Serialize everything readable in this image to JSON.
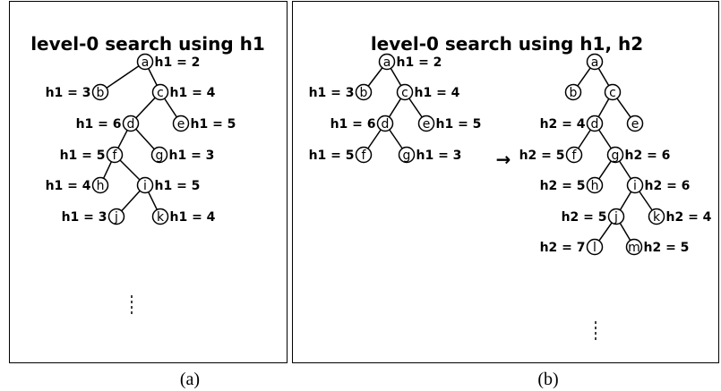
{
  "panel_a": {
    "title": "level-0 search using h1",
    "caption": "(a)",
    "nodes": [
      {
        "id": "a",
        "label": "h1 = 2"
      },
      {
        "id": "b",
        "label": "h1 = 3"
      },
      {
        "id": "c",
        "label": "h1 = 4"
      },
      {
        "id": "d",
        "label": "h1 = 6"
      },
      {
        "id": "e",
        "label": "h1 = 5"
      },
      {
        "id": "f",
        "label": "h1 = 5"
      },
      {
        "id": "g",
        "label": "h1 = 3"
      },
      {
        "id": "h",
        "label": "h1 = 4"
      },
      {
        "id": "i",
        "label": "h1 = 5"
      },
      {
        "id": "j",
        "label": "h1 = 3"
      },
      {
        "id": "k",
        "label": "h1 = 4"
      }
    ],
    "edges": [
      [
        "a",
        "b"
      ],
      [
        "a",
        "c"
      ],
      [
        "c",
        "d"
      ],
      [
        "c",
        "e"
      ],
      [
        "d",
        "f"
      ],
      [
        "d",
        "g"
      ],
      [
        "f",
        "h"
      ],
      [
        "f",
        "i"
      ],
      [
        "i",
        "j"
      ],
      [
        "i",
        "k"
      ]
    ]
  },
  "panel_b": {
    "title": "level-0 search using h1, h2",
    "caption": "(b)",
    "arrow": "→",
    "left_tree": {
      "nodes": [
        {
          "id": "a",
          "label": "h1 = 2"
        },
        {
          "id": "b",
          "label": "h1 = 3"
        },
        {
          "id": "c",
          "label": "h1 = 4"
        },
        {
          "id": "d",
          "label": "h1 = 6"
        },
        {
          "id": "e",
          "label": "h1 = 5"
        },
        {
          "id": "f",
          "label": "h1 = 5"
        },
        {
          "id": "g",
          "label": "h1 = 3"
        }
      ],
      "edges": [
        [
          "a",
          "b"
        ],
        [
          "a",
          "c"
        ],
        [
          "c",
          "d"
        ],
        [
          "c",
          "e"
        ],
        [
          "d",
          "f"
        ],
        [
          "d",
          "g"
        ]
      ]
    },
    "right_tree": {
      "nodes": [
        {
          "id": "a",
          "label": ""
        },
        {
          "id": "b",
          "label": ""
        },
        {
          "id": "c",
          "label": ""
        },
        {
          "id": "d",
          "label": "h2 = 4"
        },
        {
          "id": "e",
          "label": ""
        },
        {
          "id": "f",
          "label": "h2 = 5"
        },
        {
          "id": "g",
          "label": "h2 = 6"
        },
        {
          "id": "h",
          "label": "h2 = 5"
        },
        {
          "id": "i",
          "label": "h2 = 6"
        },
        {
          "id": "j",
          "label": "h2 = 5"
        },
        {
          "id": "k",
          "label": "h2 = 4"
        },
        {
          "id": "l",
          "label": "h2 = 7"
        },
        {
          "id": "m",
          "label": "h2 = 5"
        }
      ],
      "edges": [
        [
          "a",
          "b"
        ],
        [
          "a",
          "c"
        ],
        [
          "c",
          "d"
        ],
        [
          "c",
          "e"
        ],
        [
          "d",
          "f"
        ],
        [
          "d",
          "g"
        ],
        [
          "g",
          "h"
        ],
        [
          "g",
          "i"
        ],
        [
          "i",
          "j"
        ],
        [
          "i",
          "k"
        ],
        [
          "j",
          "l"
        ],
        [
          "j",
          "m"
        ]
      ]
    }
  }
}
